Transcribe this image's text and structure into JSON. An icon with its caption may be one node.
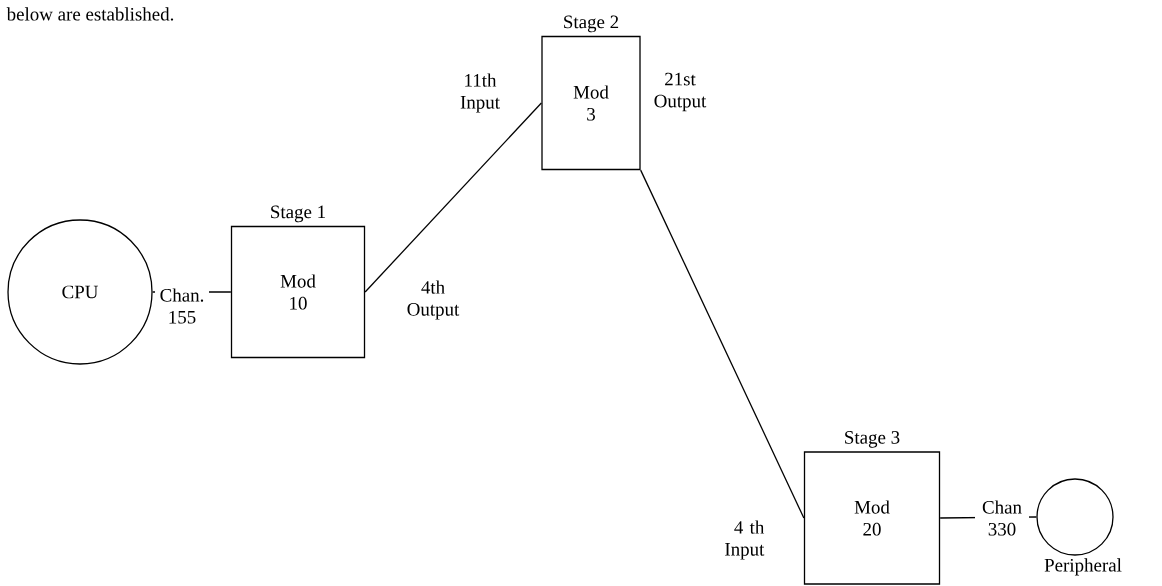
{
  "diagram": {
    "nodes": [
      {
        "text": [
          "CPU"
        ]
      },
      {
        "text": [
          "Stage 1",
          "Mod 10"
        ]
      },
      {
        "text": [
          "Stage 2",
          "Mod 3"
        ]
      },
      {
        "text": [
          "Stage 3",
          "Mod 20"
        ]
      },
      {
        "text": [
          "Peripheral"
        ]
      }
    ],
    "edges": [
      {
        "from": 0,
        "to": 1,
        "arrow": "none",
        "label": "Chan. 155"
      },
      {
        "from": 1,
        "to": 2,
        "arrow": "none"
      },
      {
        "from": 2,
        "to": 3,
        "arrow": "none"
      },
      {
        "from": 3,
        "to": 4,
        "arrow": "none",
        "label": "Chan 330"
      }
    ],
    "labels": [
      "below are established.",
      "11th Input",
      "21st Output",
      "4th Output",
      "4 th Input"
    ]
  }
}
